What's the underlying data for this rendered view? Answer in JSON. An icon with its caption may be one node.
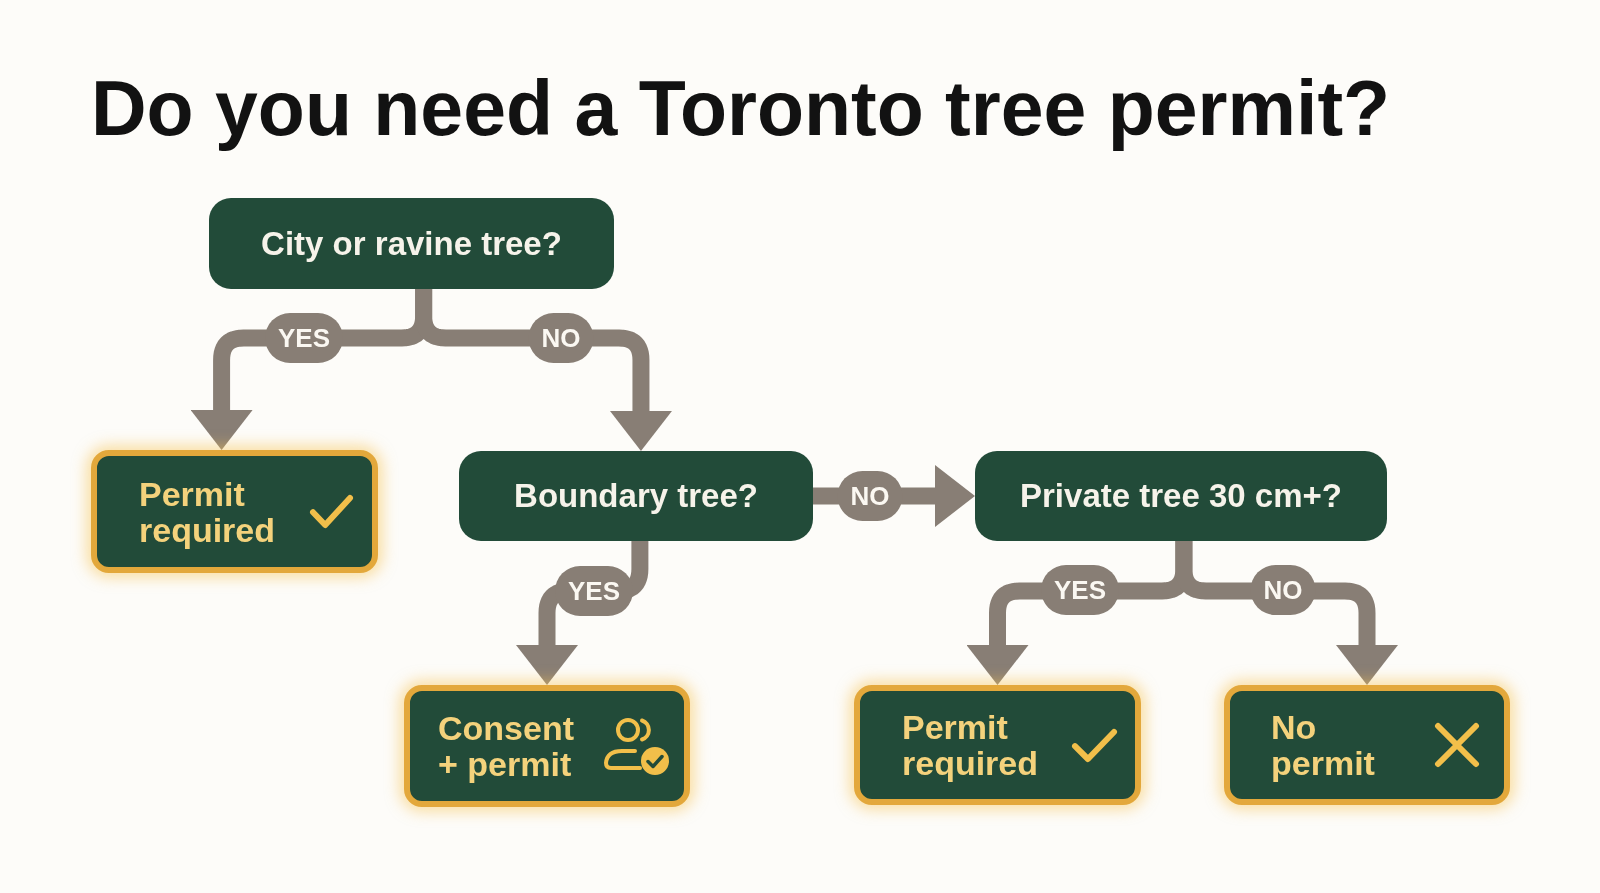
{
  "diagram": {
    "title": "Do you need a Toronto tree permit?",
    "nodes": [
      {
        "text": [
          "City or ravine tree?"
        ]
      },
      {
        "text": [
          "Permit required"
        ]
      },
      {
        "text": [
          "Boundary tree?"
        ]
      },
      {
        "text": [
          "Private tree 30 cm+?"
        ]
      },
      {
        "text": [
          "Consent + permit"
        ]
      },
      {
        "text": [
          "Permit required"
        ]
      },
      {
        "text": [
          "No permit"
        ]
      }
    ],
    "edges": [
      {
        "from": 0,
        "to": 1,
        "arrow": "to",
        "label": "YES"
      },
      {
        "from": 0,
        "to": 2,
        "arrow": "to",
        "label": "NO"
      },
      {
        "from": 2,
        "to": 3,
        "arrow": "to",
        "label": "NO"
      },
      {
        "from": 2,
        "to": 4,
        "arrow": "to",
        "label": "YES"
      },
      {
        "from": 3,
        "to": 5,
        "arrow": "to",
        "label": "YES"
      },
      {
        "from": 3,
        "to": 6,
        "arrow": "to",
        "label": "NO"
      }
    ]
  }
}
